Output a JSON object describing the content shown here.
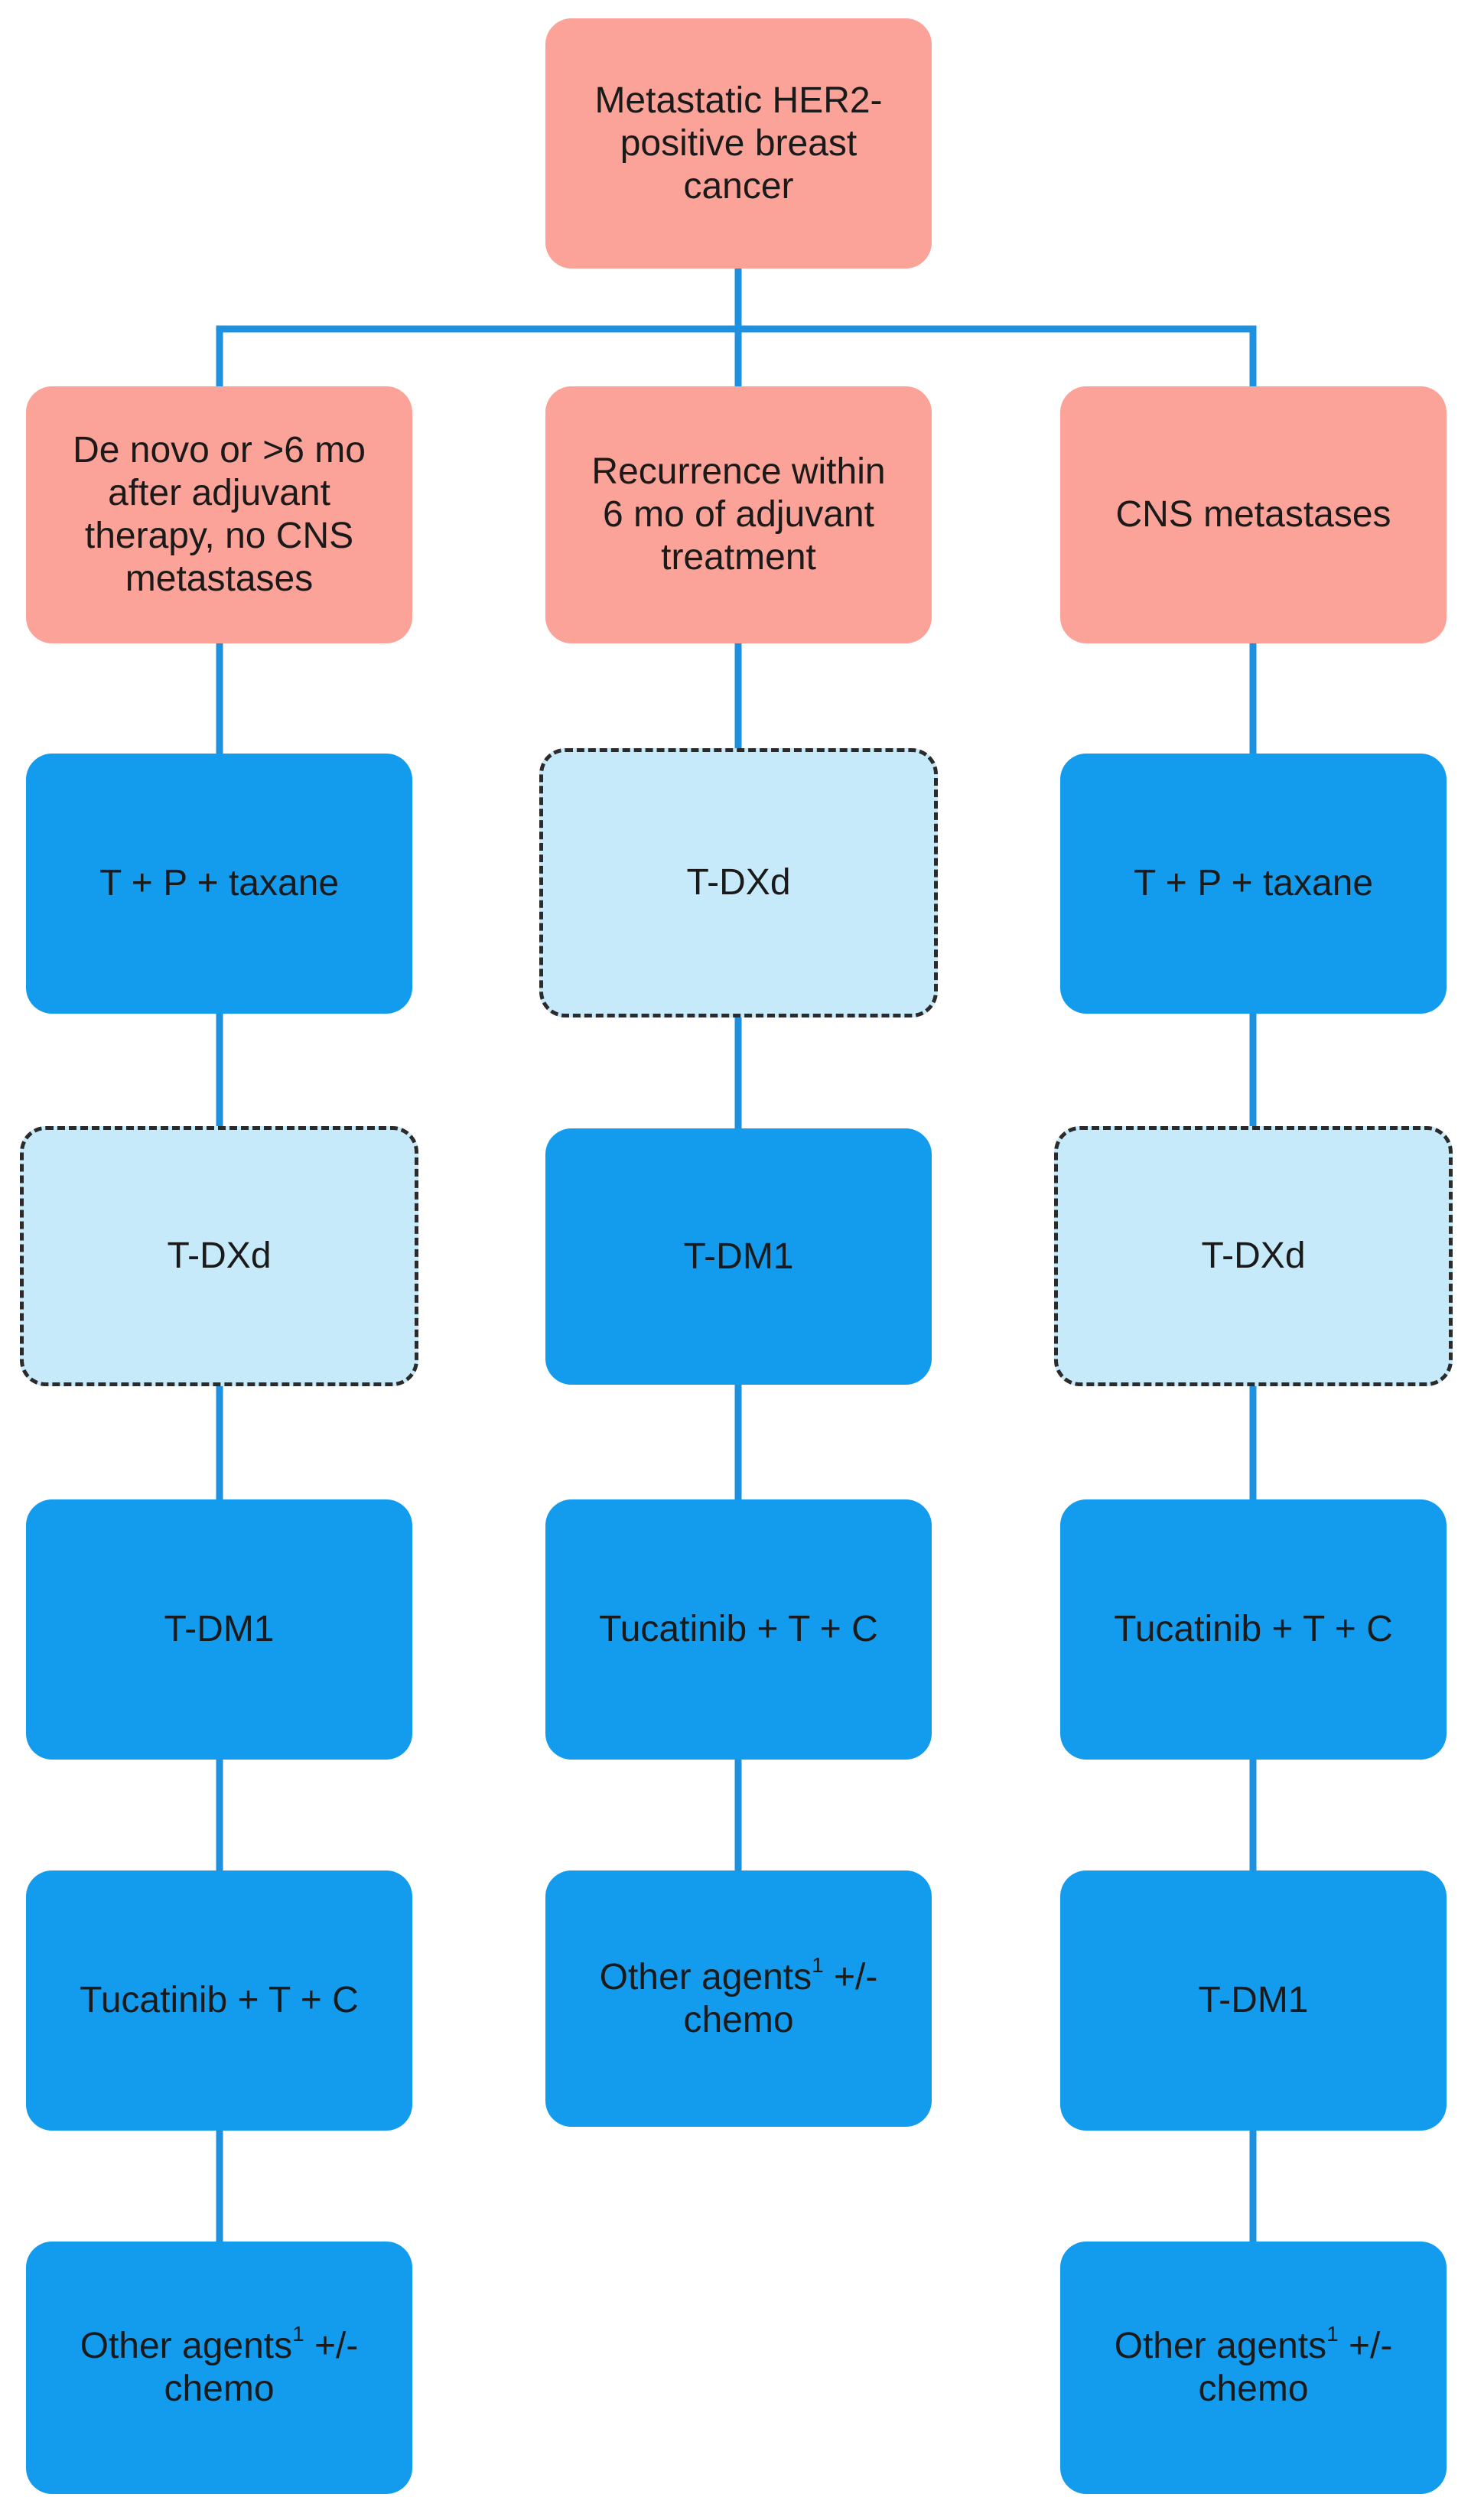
{
  "colors": {
    "connector": "#1e90e0",
    "header_box": "#fba398",
    "step_box": "#139cee",
    "highlight_box": "#c7eafb",
    "dashed_border": "#2b2b2b"
  },
  "root": {
    "line1": "Metastatic HER2-",
    "line2": "positive breast",
    "line3": "cancer"
  },
  "columns": [
    {
      "header": [
        "De novo or >6 mo",
        "after adjuvant",
        "therapy, no CNS",
        "metastases"
      ],
      "steps": [
        {
          "text": "T + P + taxane"
        },
        {
          "text": "T-DXd"
        },
        {
          "text": "T-DM1"
        },
        {
          "text": "Tucatinib + T + C"
        },
        {
          "pre": "Other agents",
          "sup": "1",
          "post": " +/-",
          "line2": "chemo"
        }
      ]
    },
    {
      "header": [
        "Recurrence within",
        "6 mo of adjuvant",
        "treatment"
      ],
      "steps": [
        {
          "text": "T-DXd"
        },
        {
          "text": "T-DM1"
        },
        {
          "text": "Tucatinib + T + C"
        },
        {
          "pre": "Other agents",
          "sup": "1",
          "post": " +/-",
          "line2": "chemo"
        }
      ]
    },
    {
      "header": [
        "CNS metastases"
      ],
      "steps": [
        {
          "text": "T + P + taxane"
        },
        {
          "text": "T-DXd"
        },
        {
          "text": "Tucatinib + T + C"
        },
        {
          "text": "T-DM1"
        },
        {
          "pre": "Other agents",
          "sup": "1",
          "post": " +/-",
          "line2": "chemo"
        }
      ]
    }
  ]
}
